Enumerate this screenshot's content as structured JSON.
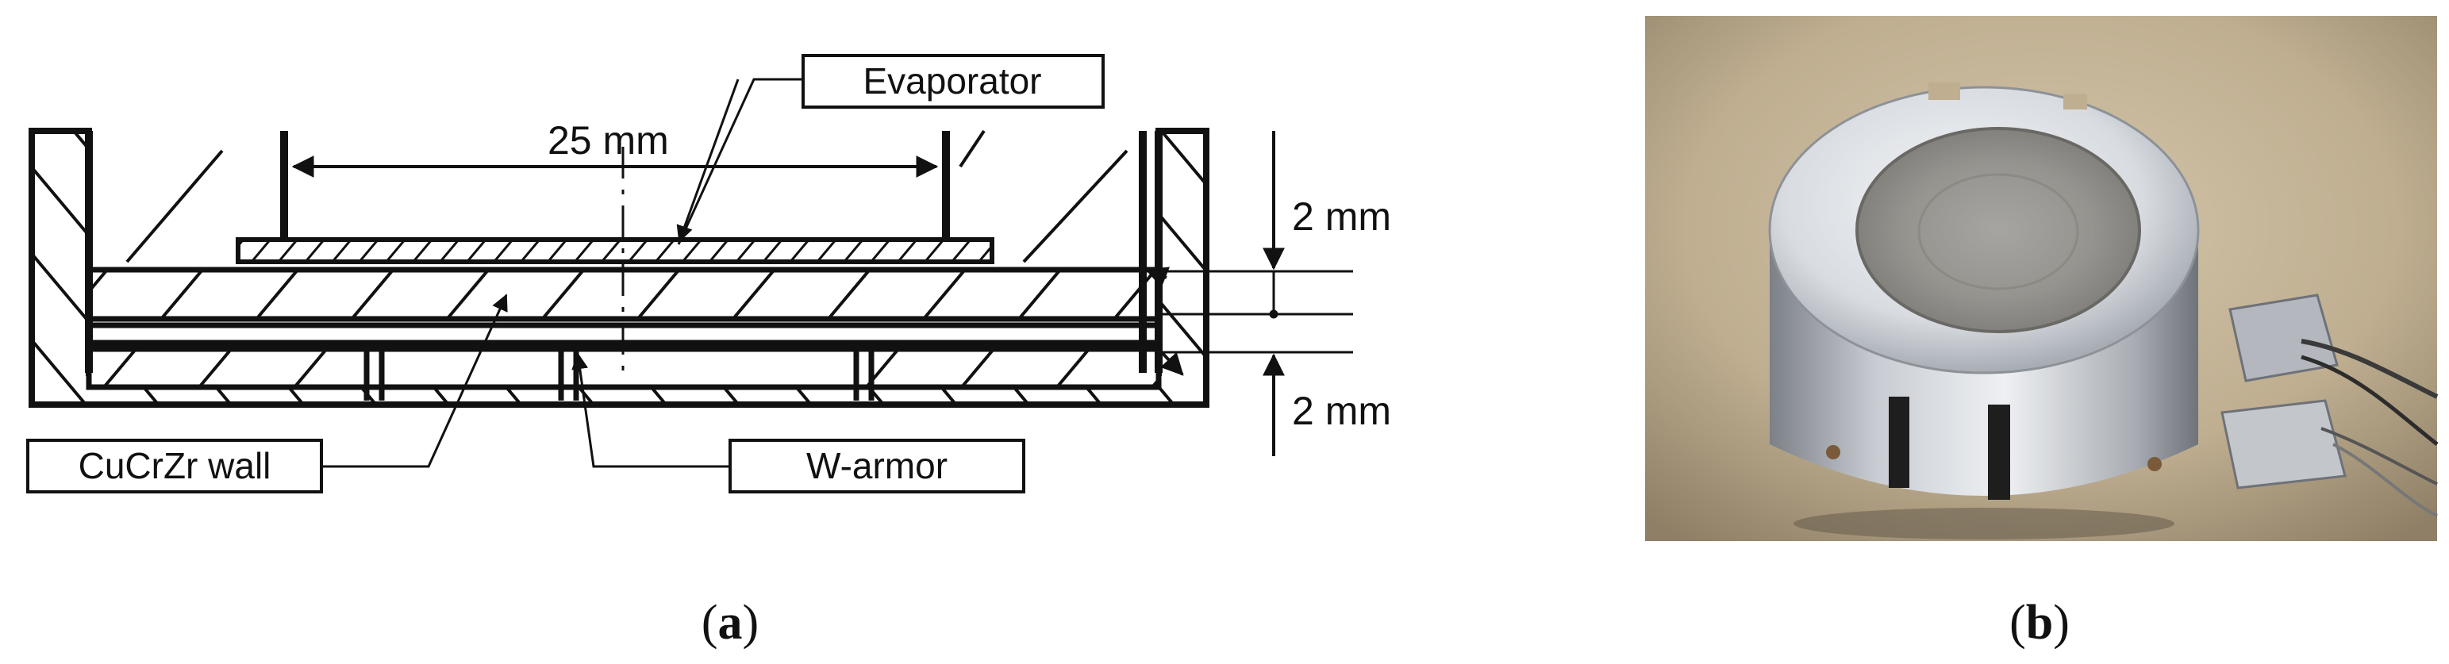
{
  "panel_a": {
    "callouts": {
      "evaporator": "Evaporator",
      "cucrzr_wall": "CuCrZr wall",
      "w_armor": "W-armor"
    },
    "dimensions": {
      "width": "25 mm",
      "top_gap": "2 mm",
      "bottom_gap": "2 mm"
    },
    "caption_open": "(",
    "caption_letter": "a",
    "caption_close": ")"
  },
  "panel_b": {
    "caption_open": "(",
    "caption_letter": "b",
    "caption_close": ")",
    "colors": {
      "backdrop": "#c8b79a",
      "metal": "#d9dde2",
      "face": "#9a9894"
    }
  }
}
